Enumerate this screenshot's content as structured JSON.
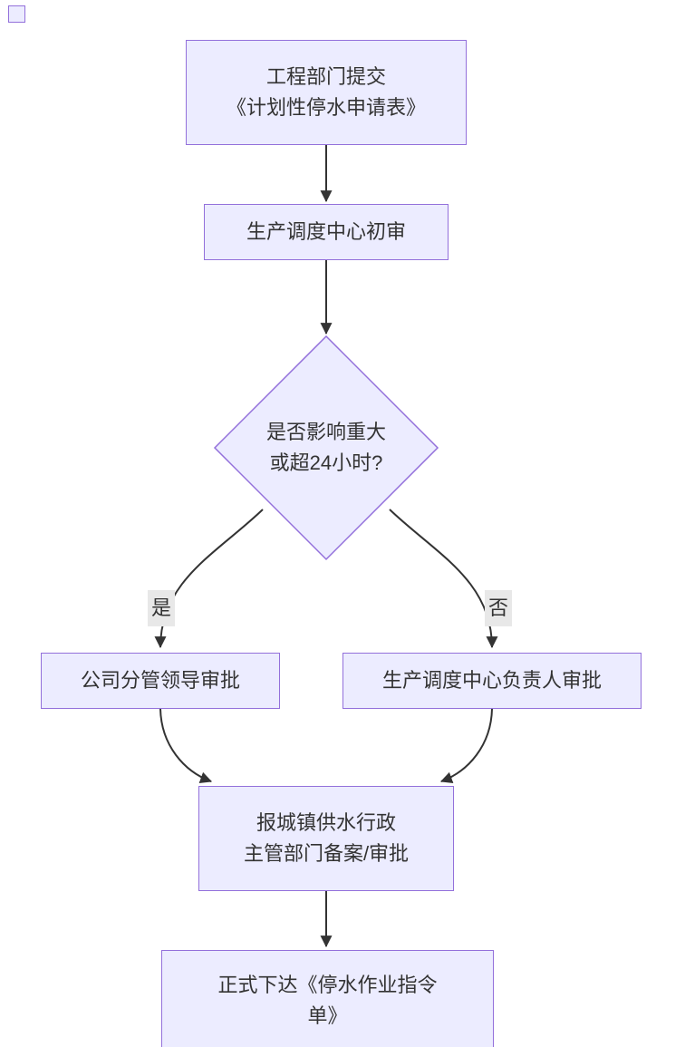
{
  "theme": {
    "node_fill": "#ECECFF",
    "node_border": "#9370DB",
    "edge_color": "#333333",
    "text_color": "#333333",
    "edge_label_bg": "#e8e8e8",
    "background": "#ffffff"
  },
  "diagram": {
    "type": "flowchart-top-down",
    "nodes": {
      "submit": {
        "line1": "工程部门提交",
        "line2": "《计划性停水申请表》"
      },
      "initial_review": {
        "label": "生产调度中心初审"
      },
      "decision": {
        "line1": "是否影响重大",
        "line2": "或超24小时?"
      },
      "leader_approval": {
        "label": "公司分管领导审批"
      },
      "center_head_approval": {
        "label": "生产调度中心负责人审批"
      },
      "gov_filing": {
        "line1": "报城镇供水行政",
        "line2": "主管部门备案/审批"
      },
      "issue_order": {
        "line1": "正式下达《停水作业指令",
        "line2": "单》"
      }
    },
    "edge_labels": {
      "yes": "是",
      "no": "否"
    }
  }
}
